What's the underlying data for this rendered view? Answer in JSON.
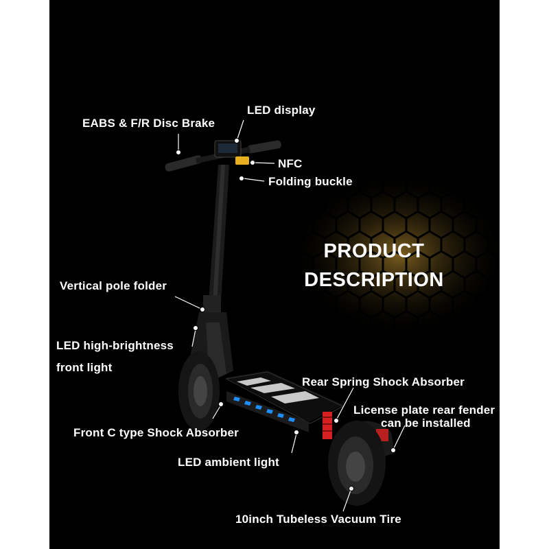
{
  "title": {
    "line1": "PRODUCT",
    "line2": "DESCRIPTION"
  },
  "features": {
    "eabs": "EABS & F/R Disc Brake",
    "led_display": "LED display",
    "nfc": "NFC",
    "folding_buckle": "Folding buckle",
    "vertical_pole": "Vertical pole folder",
    "front_light_1": "LED high-brightness",
    "front_light_2": "front light",
    "rear_shock": "Rear  Spring Shock Absorber",
    "license_1": "License plate rear fender",
    "license_2": "can be installed",
    "front_shock": "Front  C type  Shock Absorber",
    "ambient": "LED ambient light",
    "tire": "10inch Tubeless Vacuum Tire"
  },
  "colors": {
    "background": "#000000",
    "accent_gold": "#6b5420",
    "led_blue": "#1e8fff",
    "spring_red": "#d42020"
  }
}
